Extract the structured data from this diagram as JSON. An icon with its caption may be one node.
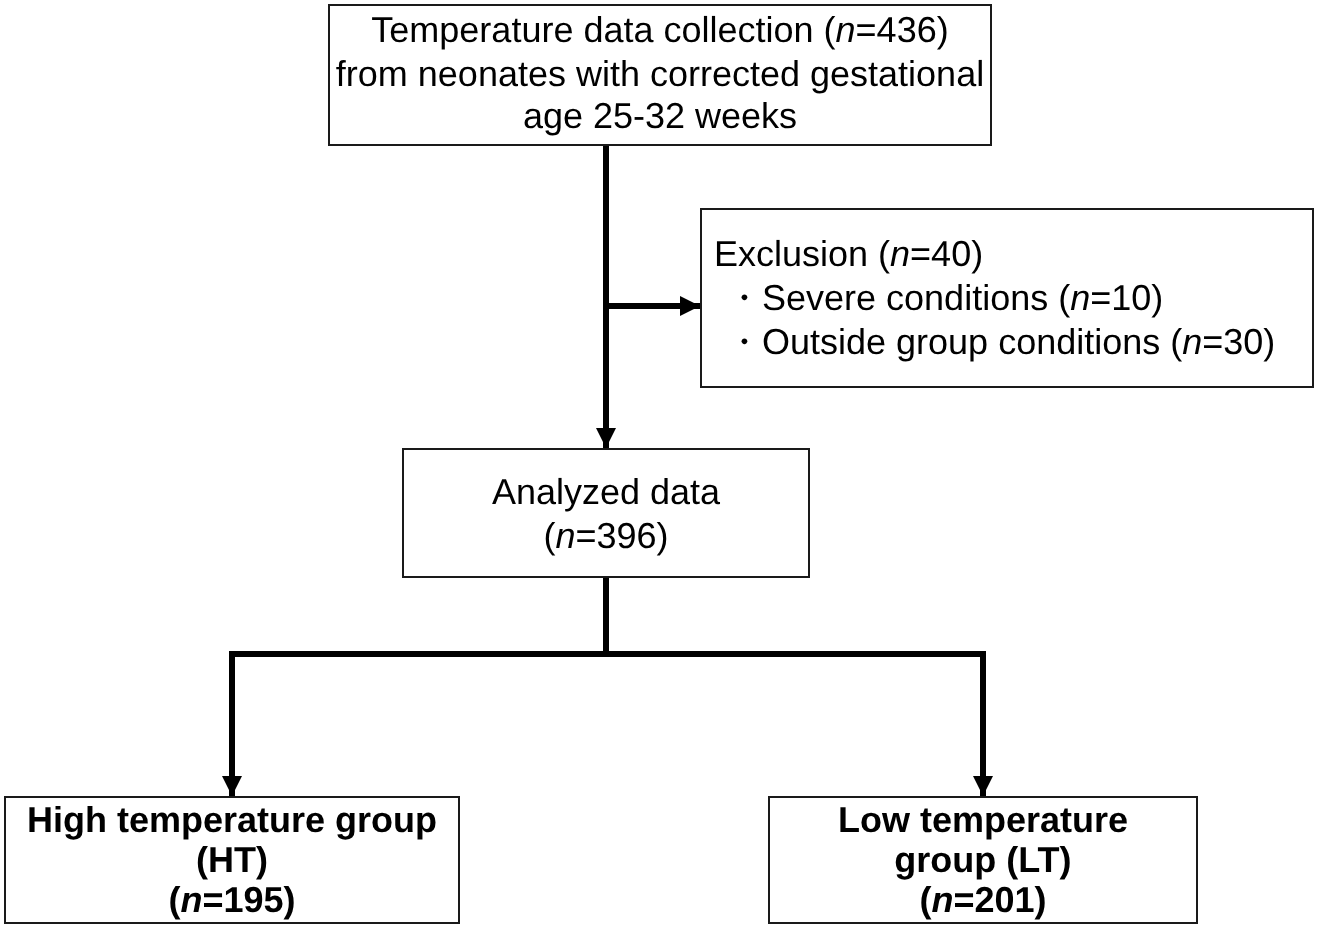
{
  "diagram": {
    "nodes": [
      {
        "text": [
          "Temperature data collection (*n*=436)",
          "from neonates with corrected gestational age 25-32 weeks"
        ]
      },
      {
        "text": [
          "Exclusion (*n*=40)",
          "・Severe conditions (*n*=10)",
          "・Outside group conditions (*n*=30)"
        ]
      },
      {
        "text": [
          "Analyzed data",
          "(*n*=396)"
        ]
      },
      {
        "text": [
          "High temperature group (HT)",
          "(*n*=195)"
        ]
      },
      {
        "text": [
          "Low temperature group (LT)",
          "(*n*=201)"
        ]
      }
    ],
    "edges": [
      {
        "from": 0,
        "to": 2,
        "arrow": "to"
      },
      {
        "from": 0,
        "to": 1,
        "arrow": "to"
      },
      {
        "from": 2,
        "to": 3,
        "arrow": "to"
      },
      {
        "from": 2,
        "to": 4,
        "arrow": "to"
      }
    ]
  }
}
